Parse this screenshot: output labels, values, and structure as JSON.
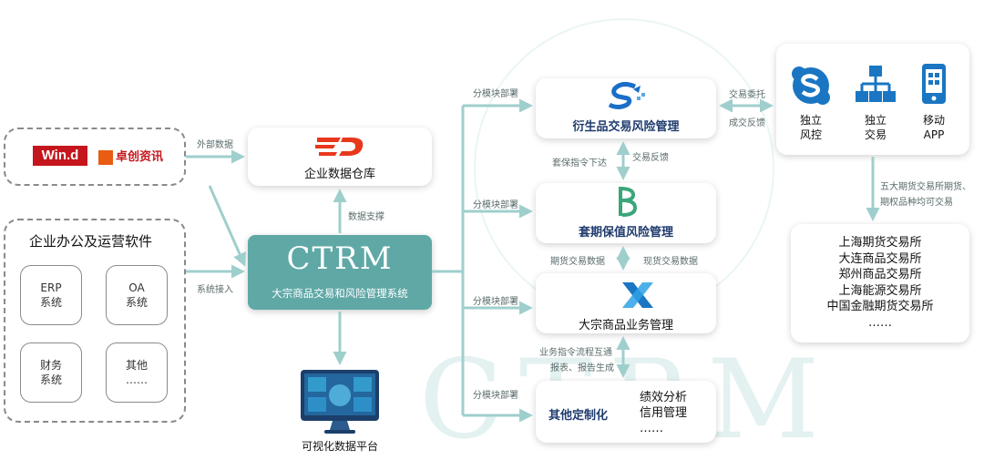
{
  "watermark": "CTRM",
  "sources": {
    "wind": "Win.d",
    "zhuochuang": "卓创资讯"
  },
  "office": {
    "title": "企业办公及运营软件",
    "items": [
      {
        "l1": "ERP",
        "l2": "系统"
      },
      {
        "l1": "OA",
        "l2": "系统"
      },
      {
        "l1": "财务",
        "l2": "系统"
      },
      {
        "l1": "其他",
        "l2": "……"
      }
    ]
  },
  "data_warehouse": {
    "title": "企业数据仓库"
  },
  "ctrm": {
    "logo": "CTRM",
    "subtitle": "大宗商品交易和风险管理系统"
  },
  "visualization": {
    "title": "可视化数据平台"
  },
  "modules": {
    "derivatives": "衍生品交易风险管理",
    "hedging": "套期保值风险管理",
    "commodity": "大宗商品业务管理",
    "other": {
      "title": "其他定制化",
      "items": [
        "绩效分析",
        "信用管理",
        "……"
      ]
    }
  },
  "top_right": [
    {
      "l1": "独立",
      "l2": "风控"
    },
    {
      "l1": "独立",
      "l2": "交易"
    },
    {
      "l1": "移动",
      "l2": "APP"
    }
  ],
  "exchanges": [
    "上海期货交易所",
    "大连商品交易所",
    "郑州商品交易所",
    "上海能源交易所",
    "中国金融期货交易所",
    "……"
  ],
  "labels": {
    "external_data": "外部数据",
    "system_access": "系统接入",
    "data_support": "数据支撑",
    "deploy": "分模块部署",
    "trade_commission": "交易委托",
    "deal_feedback": "成交反馈",
    "hedge_order": "套保指令下达",
    "trade_feedback": "交易反馈",
    "futures_data": "期货交易数据",
    "spot_data": "现货交易数据",
    "biz_flow": "业务指令流程互通",
    "report_gen": "报表、报告生成",
    "five_exchanges_1": "五大期货交易所期货、",
    "five_exchanges_2": "期权品种均可交易"
  },
  "colors": {
    "teal": "#5fa8a6",
    "arrow": "#9fcfcc",
    "navy": "#1f3b6e",
    "blue": "#1a76c2",
    "wind_red": "#c4161c"
  }
}
